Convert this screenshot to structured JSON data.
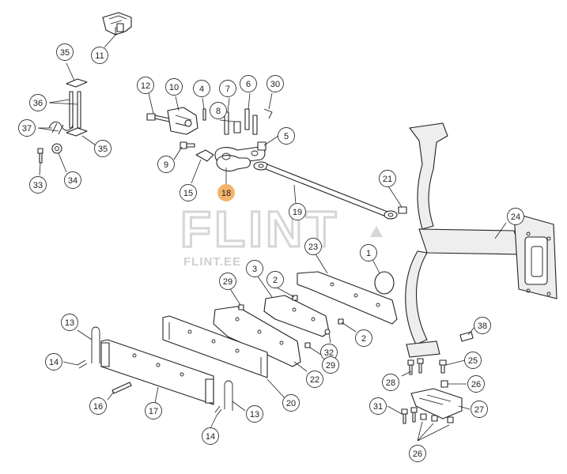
{
  "watermark": {
    "brand": "FLINT",
    "site": "FLINT.EE"
  },
  "highlight_color": "#f4b36a",
  "callouts": [
    {
      "id": "c11",
      "num": "11",
      "highlight": false
    },
    {
      "id": "c35a",
      "num": "35",
      "highlight": false
    },
    {
      "id": "c36",
      "num": "36",
      "highlight": false
    },
    {
      "id": "c37",
      "num": "37",
      "highlight": false
    },
    {
      "id": "c35b",
      "num": "35",
      "highlight": false
    },
    {
      "id": "c33",
      "num": "33",
      "highlight": false
    },
    {
      "id": "c34",
      "num": "34",
      "highlight": false
    },
    {
      "id": "c12",
      "num": "12",
      "highlight": false
    },
    {
      "id": "c10",
      "num": "10",
      "highlight": false
    },
    {
      "id": "c4",
      "num": "4",
      "highlight": false
    },
    {
      "id": "c7",
      "num": "7",
      "highlight": false
    },
    {
      "id": "c6",
      "num": "6",
      "highlight": false
    },
    {
      "id": "c30",
      "num": "30",
      "highlight": false
    },
    {
      "id": "c8",
      "num": "8",
      "highlight": false
    },
    {
      "id": "c5",
      "num": "5",
      "highlight": false
    },
    {
      "id": "c9",
      "num": "9",
      "highlight": false
    },
    {
      "id": "c15",
      "num": "15",
      "highlight": false
    },
    {
      "id": "c18",
      "num": "18",
      "highlight": true
    },
    {
      "id": "c19",
      "num": "19",
      "highlight": false
    },
    {
      "id": "c21",
      "num": "21",
      "highlight": false
    },
    {
      "id": "c24",
      "num": "24",
      "highlight": false
    },
    {
      "id": "c23",
      "num": "23",
      "highlight": false
    },
    {
      "id": "c1",
      "num": "1",
      "highlight": false
    },
    {
      "id": "c29a",
      "num": "29",
      "highlight": false
    },
    {
      "id": "c3",
      "num": "3",
      "highlight": false
    },
    {
      "id": "c2a",
      "num": "2",
      "highlight": false
    },
    {
      "id": "c2b",
      "num": "2",
      "highlight": false
    },
    {
      "id": "c32",
      "num": "32",
      "highlight": false
    },
    {
      "id": "c29b",
      "num": "29",
      "highlight": false
    },
    {
      "id": "c22",
      "num": "22",
      "highlight": false
    },
    {
      "id": "c20",
      "num": "20",
      "highlight": false
    },
    {
      "id": "c13a",
      "num": "13",
      "highlight": false
    },
    {
      "id": "c14a",
      "num": "14",
      "highlight": false
    },
    {
      "id": "c16",
      "num": "16",
      "highlight": false
    },
    {
      "id": "c17",
      "num": "17",
      "highlight": false
    },
    {
      "id": "c13b",
      "num": "13",
      "highlight": false
    },
    {
      "id": "c14b",
      "num": "14",
      "highlight": false
    },
    {
      "id": "c38",
      "num": "38",
      "highlight": false
    },
    {
      "id": "c25",
      "num": "25",
      "highlight": false
    },
    {
      "id": "c28",
      "num": "28",
      "highlight": false
    },
    {
      "id": "c26a",
      "num": "26",
      "highlight": false
    },
    {
      "id": "c31",
      "num": "31",
      "highlight": false
    },
    {
      "id": "c27",
      "num": "27",
      "highlight": false
    },
    {
      "id": "c26b",
      "num": "26",
      "highlight": false
    }
  ]
}
